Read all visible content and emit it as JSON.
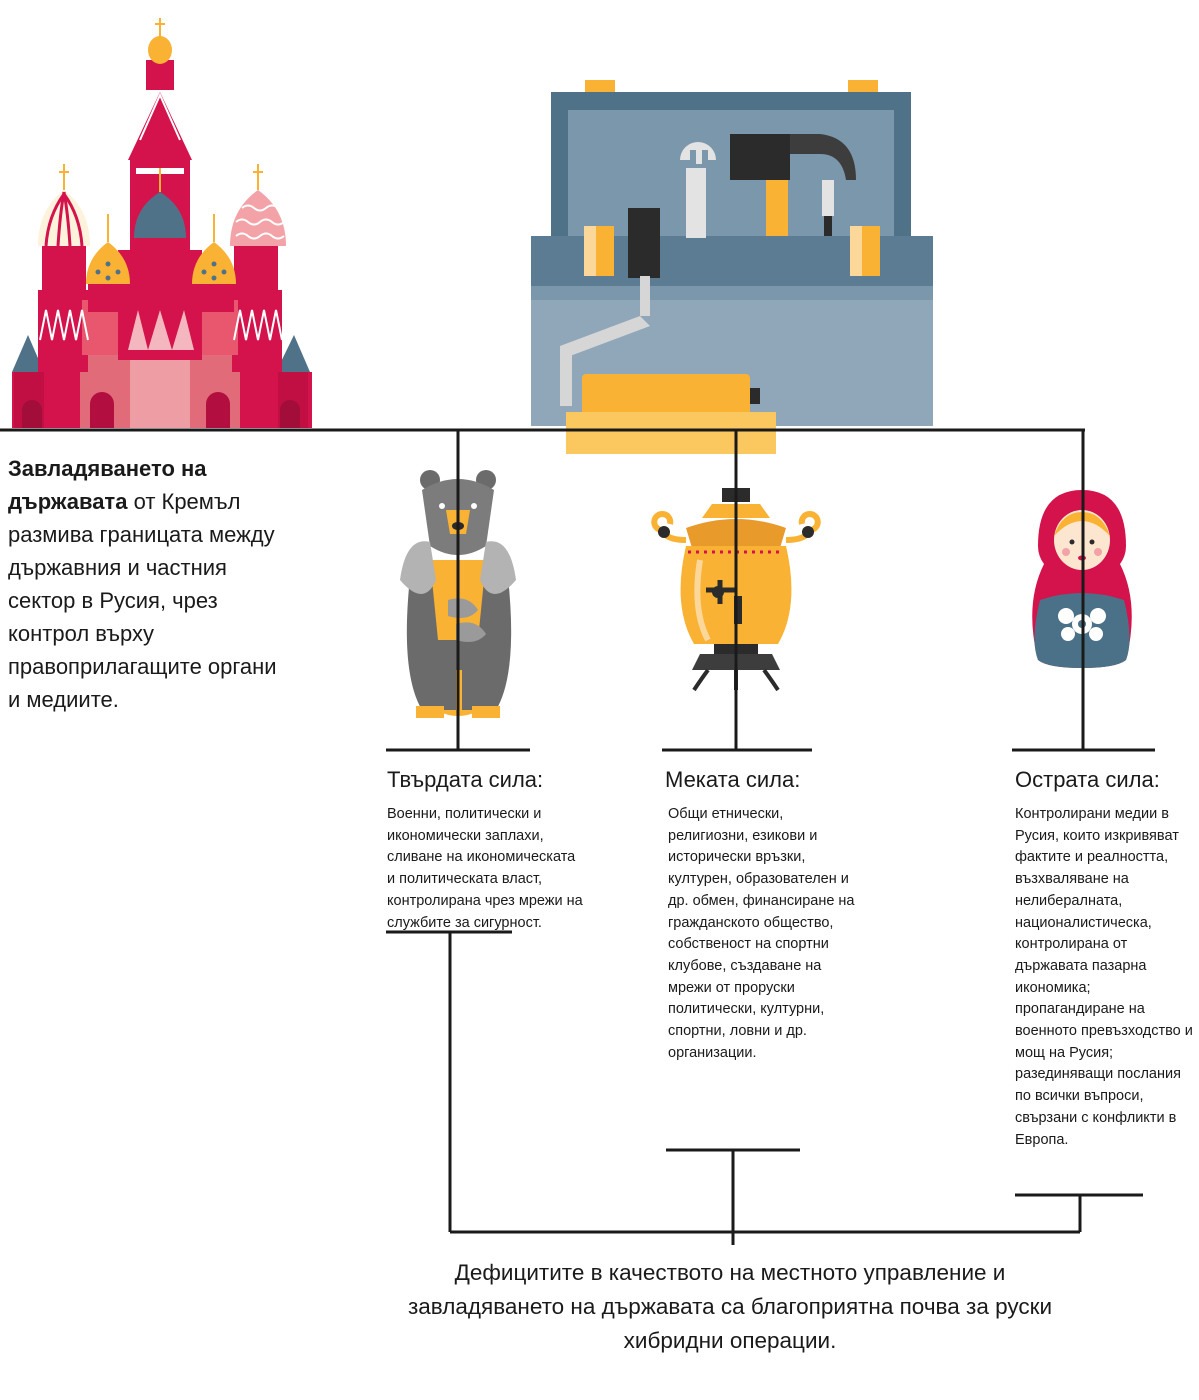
{
  "intro": {
    "bold": "Завладяването на държавата",
    "rest": " от Кремъл размива границата между държавния и частния сектор в Русия, чрез контрол върху правоприлагащите органи и медиите."
  },
  "columns": [
    {
      "title": "Твърдата сила:",
      "body": "Военни, политически и икономически заплахи, сливане на икономическата и политическата власт, контролирана чрез мрежи на службите за сигурност."
    },
    {
      "title": "Меката сила:",
      "body": "Общи етнически, религиозни, езикови и исторически връзки, културен, образователен и др. обмен, финансиране на гражданското общество, собственост на спортни клубове, създаване на мрежи от проруски политически, културни, спортни, ловни и др. организации."
    },
    {
      "title": "Острата сила:",
      "body": "Контролирани медии в Русия, които изкривяват фактите и реалността, възхваляване на нелибералната, националистическа, контролирана от държавата пазарна икономика; пропагандиране на военното превъзходство и мощ на Русия; разединяващи послания по всички въпроси, свързани с конфликти в Европа."
    }
  ],
  "footer": "Дефицитите в качеството на местното управление и завладяването на държавата са благоприятна почва за руски хибридни операции.",
  "colors": {
    "line": "#1a1a1a",
    "kremlin_red": "#d4124b",
    "kremlin_pink": "#e26b7a",
    "toolbox_slate": "#4f7289",
    "toolbox_light": "#8fa7b8",
    "accent_yellow": "#f9b233",
    "bear_gray": "#6b6b6b",
    "doll_teal": "#4a7187"
  },
  "icons": [
    "kremlin-illustration",
    "toolbox-illustration",
    "bear-illustration",
    "samovar-illustration",
    "matryoshka-illustration"
  ]
}
